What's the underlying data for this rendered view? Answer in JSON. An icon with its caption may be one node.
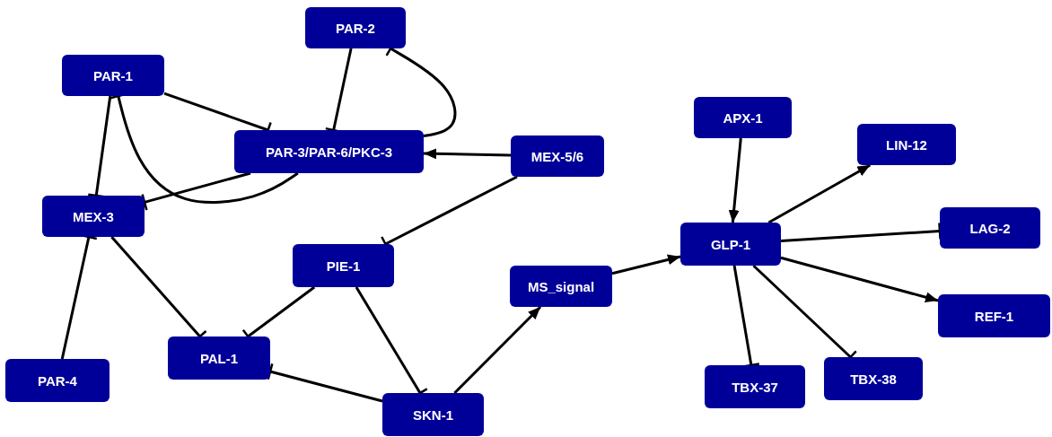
{
  "diagram": {
    "nodes": [
      {
        "text": [
          "PAR-2"
        ]
      },
      {
        "text": [
          "PAR-1"
        ]
      },
      {
        "text": [
          "PAR-3/PAR-6/PKC-3"
        ]
      },
      {
        "text": [
          "MEX-5/6"
        ]
      },
      {
        "text": [
          "MEX-3"
        ]
      },
      {
        "text": [
          "PIE-1"
        ]
      },
      {
        "text": [
          "MS_signal"
        ]
      },
      {
        "text": [
          "APX-1"
        ]
      },
      {
        "text": [
          "LIN-12"
        ]
      },
      {
        "text": [
          "GLP-1"
        ]
      },
      {
        "text": [
          "LAG-2"
        ]
      },
      {
        "text": [
          "REF-1"
        ]
      },
      {
        "text": [
          "PAL-1"
        ]
      },
      {
        "text": [
          "PAR-4"
        ]
      },
      {
        "text": [
          "TBX-37"
        ]
      },
      {
        "text": [
          "TBX-38"
        ]
      },
      {
        "text": [
          "SKN-1"
        ]
      }
    ],
    "edges": [
      {
        "from": 0,
        "to": 2,
        "arrow": "other"
      },
      {
        "from": 2,
        "to": 0,
        "arrow": "other"
      },
      {
        "from": 1,
        "to": 2,
        "arrow": "other"
      },
      {
        "from": 2,
        "to": 4,
        "arrow": "other"
      },
      {
        "from": 2,
        "to": 1,
        "arrow": "other"
      },
      {
        "from": 1,
        "to": 4,
        "arrow": "other"
      },
      {
        "from": 3,
        "to": 2,
        "arrow": "to"
      },
      {
        "from": 3,
        "to": 5,
        "arrow": "other"
      },
      {
        "from": 13,
        "to": 4,
        "arrow": "other"
      },
      {
        "from": 4,
        "to": 12,
        "arrow": "other"
      },
      {
        "from": 5,
        "to": 12,
        "arrow": "other"
      },
      {
        "from": 5,
        "to": 16,
        "arrow": "other"
      },
      {
        "from": 16,
        "to": 12,
        "arrow": "other"
      },
      {
        "from": 16,
        "to": 6,
        "arrow": "to"
      },
      {
        "from": 6,
        "to": 9,
        "arrow": "to"
      },
      {
        "from": 7,
        "to": 9,
        "arrow": "to"
      },
      {
        "from": 9,
        "to": 8,
        "arrow": "to"
      },
      {
        "from": 9,
        "to": 10,
        "arrow": "other"
      },
      {
        "from": 9,
        "to": 11,
        "arrow": "to"
      },
      {
        "from": 9,
        "to": 14,
        "arrow": "other"
      },
      {
        "from": 9,
        "to": 15,
        "arrow": "other"
      }
    ]
  }
}
